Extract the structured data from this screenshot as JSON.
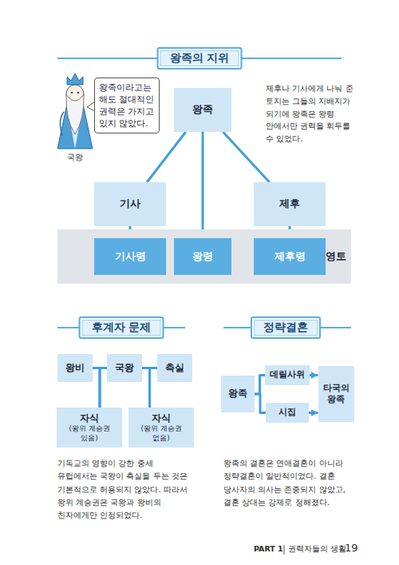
{
  "diagram": {
    "title": "왕족의 지위",
    "nodes": [
      {
        "text": [
          "왕족이라고는 해도 절대적인 권력은 가지고 있지 않았다."
        ]
      },
      {
        "text": [
          "왕족"
        ]
      },
      {
        "text": [
          "기사"
        ]
      },
      {
        "text": [
          "제후"
        ]
      },
      {
        "text": [
          "영토"
        ]
      },
      {
        "text": [
          "기사령"
        ],
        "in": 4
      },
      {
        "text": [
          "왕령"
        ],
        "in": 4
      },
      {
        "text": [
          "제후령"
        ],
        "in": 4
      },
      {
        "text": [
          "왕비"
        ]
      },
      {
        "text": [
          "국왕"
        ]
      },
      {
        "text": [
          "측실"
        ]
      },
      {
        "text": [
          "자식",
          "(왕위 계승권 있음)"
        ]
      },
      {
        "text": [
          "자식",
          "(왕위 계승권 없음)"
        ]
      },
      {
        "text": [
          "왕족"
        ]
      },
      {
        "text": [
          "데릴사위"
        ]
      },
      {
        "text": [
          "시집"
        ]
      },
      {
        "text": [
          "타국의 왕족"
        ]
      }
    ],
    "edges": [
      {
        "from": 1,
        "to": 2,
        "arrow": "none"
      },
      {
        "from": 1,
        "to": 6,
        "arrow": "none"
      },
      {
        "from": 1,
        "to": 3,
        "arrow": "none"
      },
      {
        "from": 2,
        "to": 5,
        "arrow": "none"
      },
      {
        "from": 3,
        "to": 7,
        "arrow": "none"
      },
      {
        "from": 8,
        "to": 9,
        "arrow": "none"
      },
      {
        "from": 9,
        "to": 10,
        "arrow": "none"
      },
      {
        "from": 8,
        "to": 11,
        "arrow": "none"
      },
      {
        "from": 9,
        "to": 11,
        "arrow": "none"
      },
      {
        "from": 9,
        "to": 12,
        "arrow": "none"
      },
      {
        "from": 10,
        "to": 12,
        "arrow": "none"
      },
      {
        "from": 13,
        "to": 14,
        "arrow": "none"
      },
      {
        "from": 13,
        "to": 15,
        "arrow": "none"
      },
      {
        "from": 14,
        "to": 16,
        "arrow": "to"
      },
      {
        "from": 15,
        "to": 16,
        "arrow": "to"
      }
    ],
    "labels": [
      "국왕",
      "제후나 기사에게 나눠 준 토지는 그들의 지배지가 되기에 왕족은 왕령 안에서만 권력을 휘두를 수 있었다.",
      "후계자 문제",
      "정략결혼",
      "기독교의 영향이 강한 중세 유럽에서는 국왕이 측실을 두는 것은 기본적으로 허용되지 않았다. 따라서 왕위 계승권은 국왕과 왕비의 친자에게만 인정되었다.",
      "왕족의 결혼은 연애결혼이 아니라 정략결혼이 일반적이었다. 결혼 당사자의 의사는 존중되지 않았고, 결혼 상대는 강제로 정해졌다.",
      "PART 1",
      "권력자들의 생활",
      "19"
    ]
  }
}
